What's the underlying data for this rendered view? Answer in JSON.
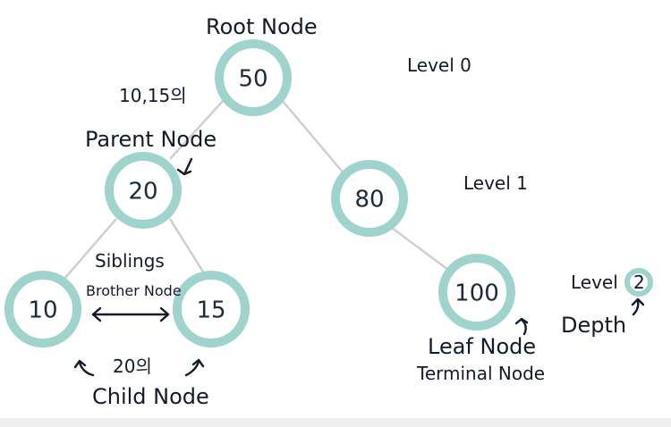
{
  "nodes": [
    {
      "id": "n50",
      "value": "50"
    },
    {
      "id": "n20",
      "value": "20"
    },
    {
      "id": "n80",
      "value": "80"
    },
    {
      "id": "n10",
      "value": "10"
    },
    {
      "id": "n15",
      "value": "15"
    },
    {
      "id": "n100",
      "value": "100"
    }
  ],
  "edges": [
    {
      "from": "50",
      "to": "20"
    },
    {
      "from": "50",
      "to": "80"
    },
    {
      "from": "20",
      "to": "10"
    },
    {
      "from": "20",
      "to": "15"
    },
    {
      "from": "80",
      "to": "100"
    }
  ],
  "labels": {
    "root_node": "Root Node",
    "level_0": "Level 0",
    "level_1": "Level 1",
    "level_2_prefix": "Level",
    "level_2_num": "2",
    "parent_of": "10,15의",
    "parent_node": "Parent Node",
    "siblings": "Siblings",
    "brother_node": "Brother Node",
    "child_of": "20의",
    "child_node": "Child Node",
    "leaf_node": "Leaf Node",
    "terminal_node": "Terminal Node",
    "depth": "Depth"
  },
  "colors": {
    "ring": "#9fd3cd",
    "edge": "#cfcfcf",
    "ink": "#151a2b"
  }
}
